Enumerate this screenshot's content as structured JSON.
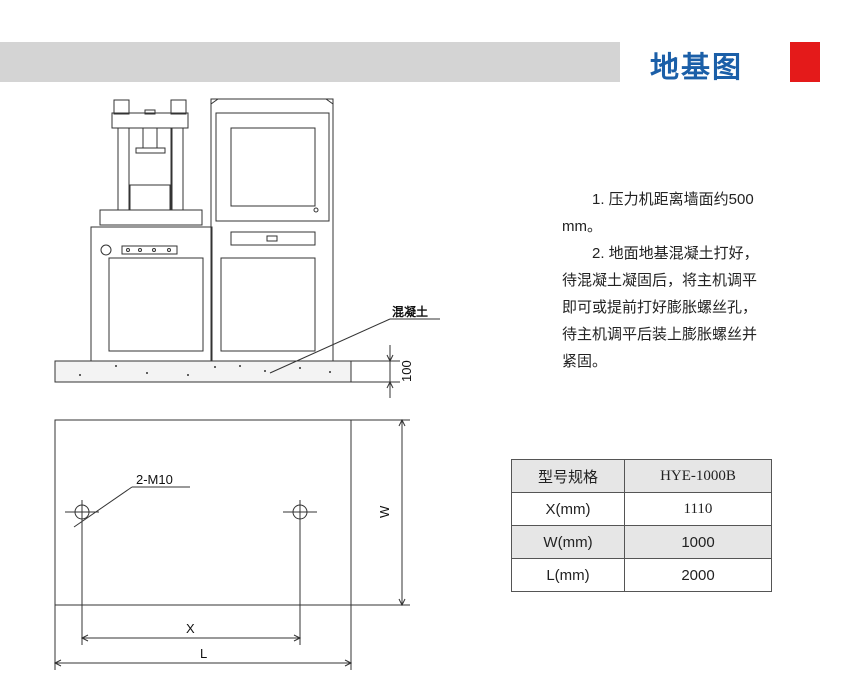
{
  "header": {
    "title": "地基图"
  },
  "notes": [
    "1. 压力机距离墙面约500 mm。",
    "2. 地面地基混凝土打好，待混凝土凝固后，将主机调平即可或提前打好膨胀螺丝孔，待主机调平后装上膨胀螺丝并紧固。"
  ],
  "drawing": {
    "concrete_label": "混凝土",
    "thickness_label": "100",
    "bolt_label": "2-M10",
    "x_label": "X",
    "w_label": "W",
    "l_label": "L"
  },
  "spec_table": {
    "header": [
      "型号规格",
      "HYE-1000B"
    ],
    "rows": [
      [
        "X(mm)",
        "1110"
      ],
      [
        "W(mm)",
        "1000"
      ],
      [
        "L(mm)",
        "2000"
      ]
    ]
  }
}
